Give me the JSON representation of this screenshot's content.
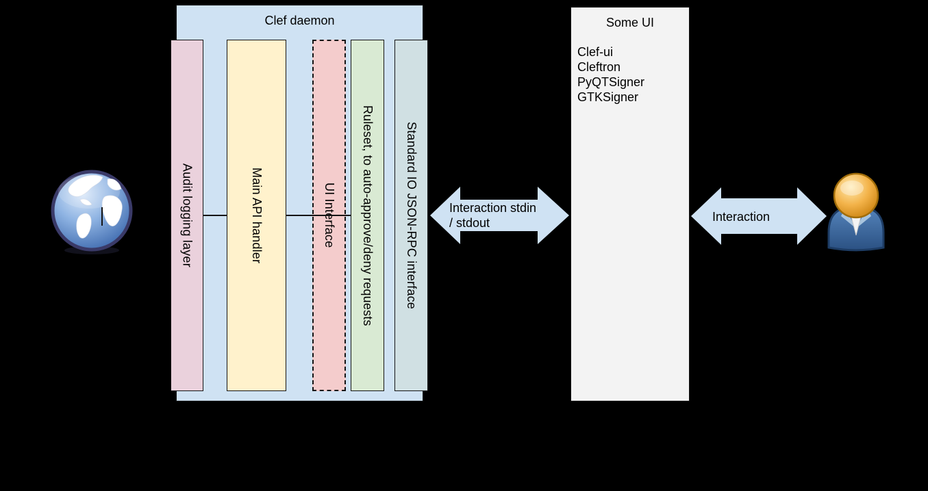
{
  "daemon": {
    "title": "Clef daemon",
    "layers": [
      {
        "label": "Audit logging layer",
        "color": "#ead1dc"
      },
      {
        "label": "Main API handler",
        "color": "#fff2cc"
      },
      {
        "label": "UI Interface",
        "color": "#f4cccc",
        "border": "dashed"
      },
      {
        "label": "Ruleset, to auto-approve/deny requests",
        "color": "#d9ead3"
      },
      {
        "label": "Standard IO JSON-RPC interface",
        "color": "#d0e0e3"
      }
    ],
    "box_color": "#cfe2f3"
  },
  "some_ui": {
    "title": "Some UI",
    "items": [
      "Clef-ui",
      "Cleftron",
      "PyQTSigner",
      "GTKSigner"
    ],
    "box_color": "#f3f3f3"
  },
  "arrows": {
    "daemon_ui": {
      "line1": "Interaction stdin",
      "line2": "/ stdout",
      "color": "#cfe2f3"
    },
    "ui_user": {
      "label": "Interaction",
      "color": "#cfe2f3"
    }
  },
  "icons": {
    "left": "globe",
    "right": "user"
  },
  "colors": {
    "background": "#000000",
    "line": "#141414",
    "text": "#000000"
  }
}
